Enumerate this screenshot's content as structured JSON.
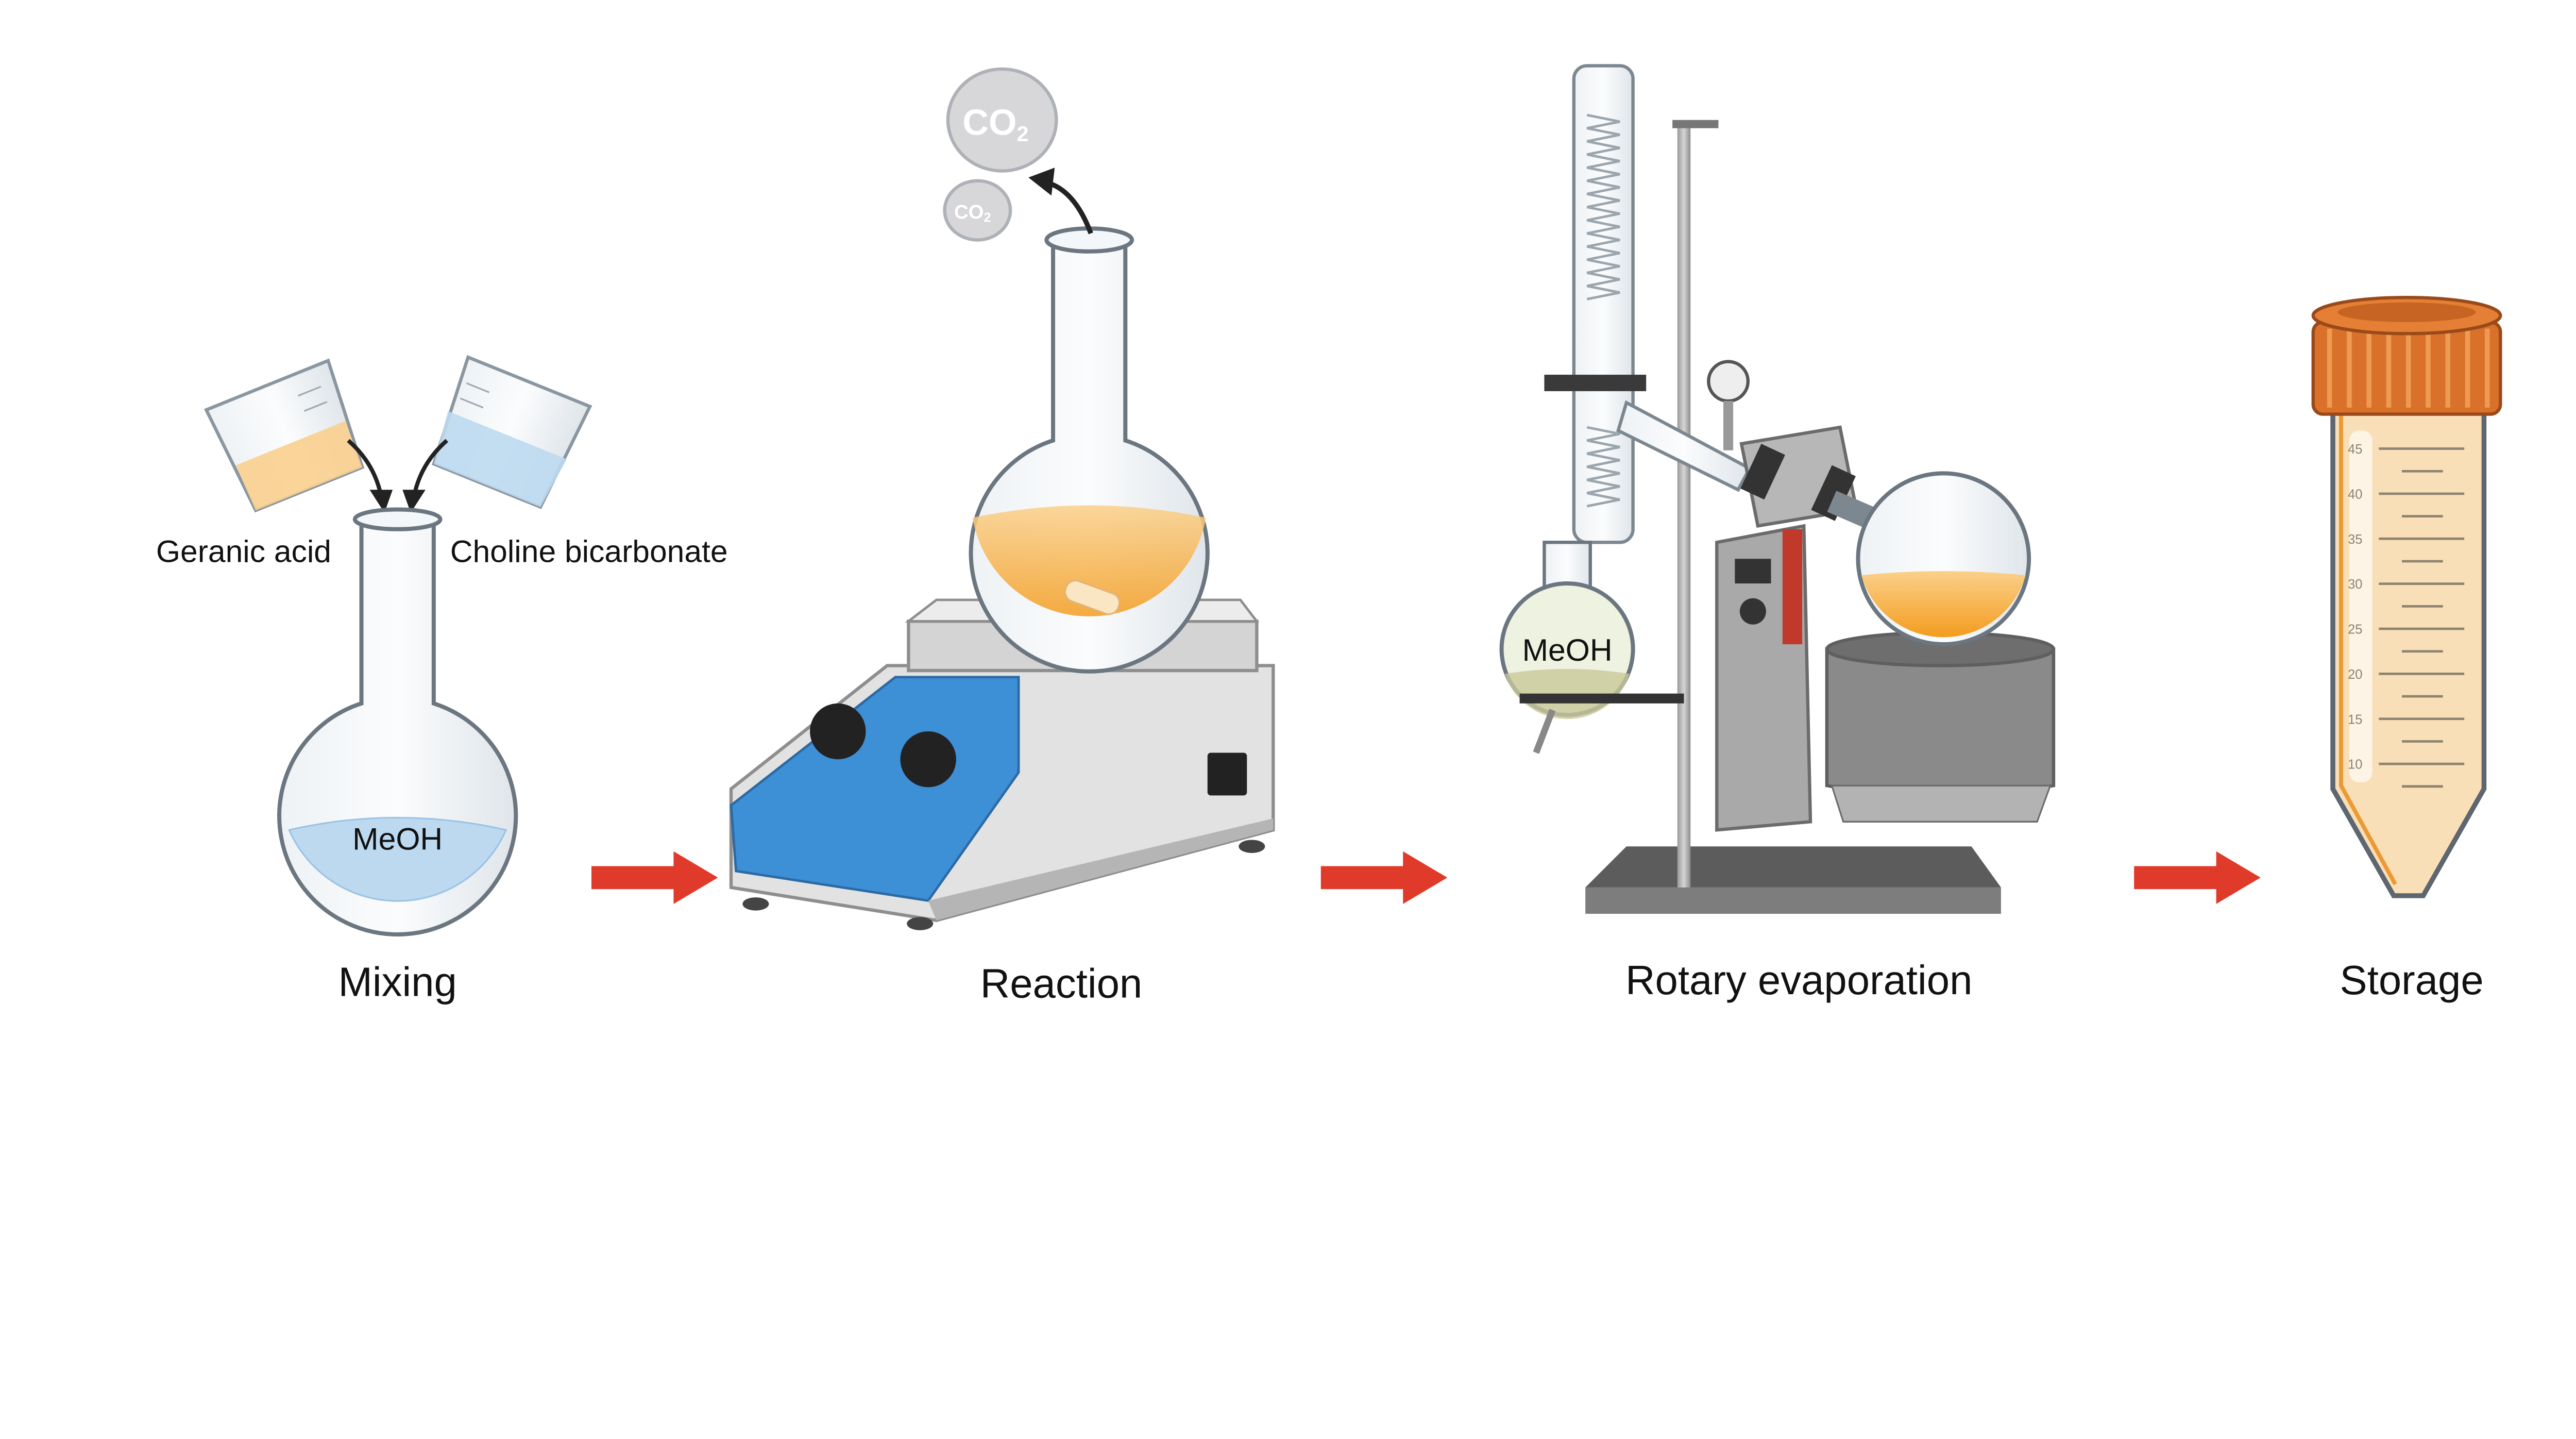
{
  "steps": [
    {
      "label": "Mixing"
    },
    {
      "label": "Reaction"
    },
    {
      "label": "Rotary evaporation"
    },
    {
      "label": "Storage"
    }
  ],
  "mixing": {
    "reagent_left": "Geranic acid",
    "reagent_right": "Choline bicarbonate",
    "solvent": "MeOH"
  },
  "reaction": {
    "gas_large": "CO",
    "gas_large_sub": "2",
    "gas_small": "CO",
    "gas_small_sub": "2"
  },
  "rotary": {
    "solvent": "MeOH"
  },
  "storage": {
    "graduations": [
      "45",
      "40",
      "35",
      "30",
      "25",
      "20",
      "15",
      "10"
    ]
  },
  "colors": {
    "arrow": "#e03a2a",
    "orange_liquid": "#f7b24a",
    "blue_liquid": "#bcd9f0",
    "cap": "#d9712a",
    "panel_blue": "#3d8fd6"
  }
}
